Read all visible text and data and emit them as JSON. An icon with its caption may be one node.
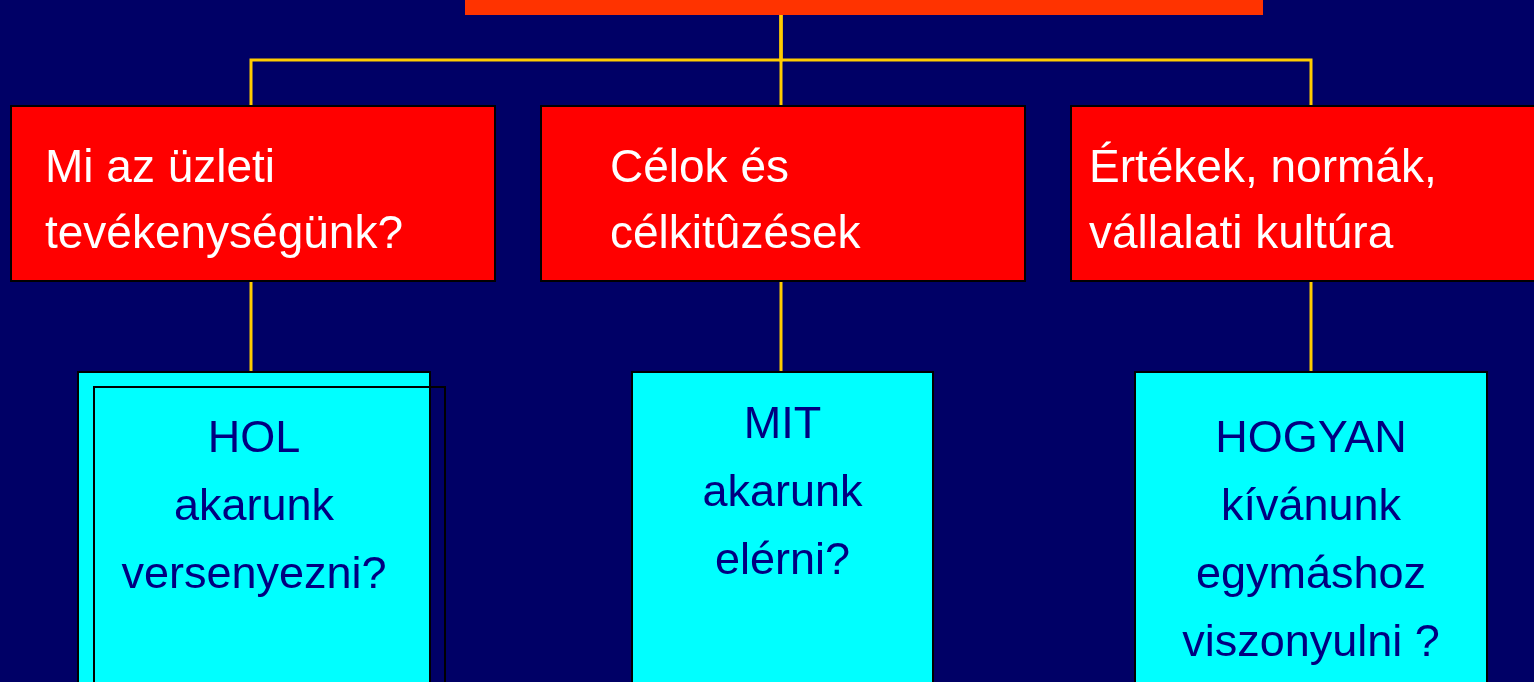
{
  "diagram": {
    "nodes": [
      {
        "text": [],
        "shape": "bar"
      },
      {
        "text": [
          "Mi az üzleti tevékenységünk?"
        ]
      },
      {
        "text": [
          "Célok és célkitûzések"
        ]
      },
      {
        "text": [
          "Értékek, normák, vállalati kultúra"
        ]
      },
      {
        "text": [
          "HOL",
          "akarunk versenyezni?"
        ]
      },
      {
        "text": [
          "MIT",
          "akarunk elérni?"
        ]
      },
      {
        "text": [
          "HOGYAN",
          "kívánunk egymáshoz viszonyulni ?"
        ]
      }
    ],
    "edges": [
      {
        "from": 0,
        "to": 1,
        "arrow": "none"
      },
      {
        "from": 0,
        "to": 2,
        "arrow": "none"
      },
      {
        "from": 0,
        "to": 3,
        "arrow": "none"
      },
      {
        "from": 1,
        "to": 4,
        "arrow": "none"
      },
      {
        "from": 2,
        "to": 5,
        "arrow": "none"
      },
      {
        "from": 3,
        "to": 6,
        "arrow": "none"
      }
    ]
  }
}
